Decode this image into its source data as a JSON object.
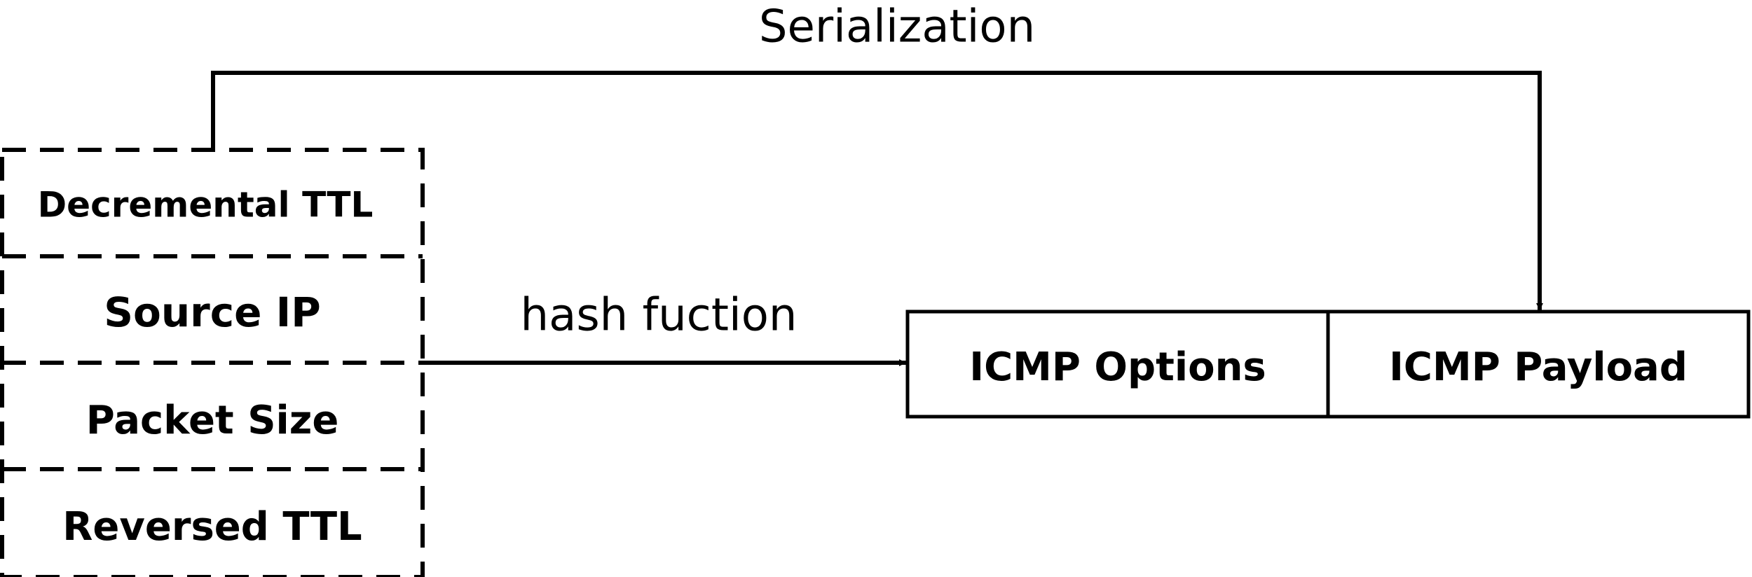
{
  "diagram": {
    "colors": {
      "stroke": "#000000",
      "background": "#ffffff"
    },
    "fields": [
      {
        "label": "Decremental TTL"
      },
      {
        "label": "Source IP"
      },
      {
        "label": "Packet Size"
      },
      {
        "label": "Reversed TTL"
      }
    ],
    "packet": {
      "options_label": "ICMP Options",
      "payload_label": "ICMP Payload"
    },
    "edges": {
      "serialization_label": "Serialization",
      "hash_label": "hash fuction"
    }
  }
}
